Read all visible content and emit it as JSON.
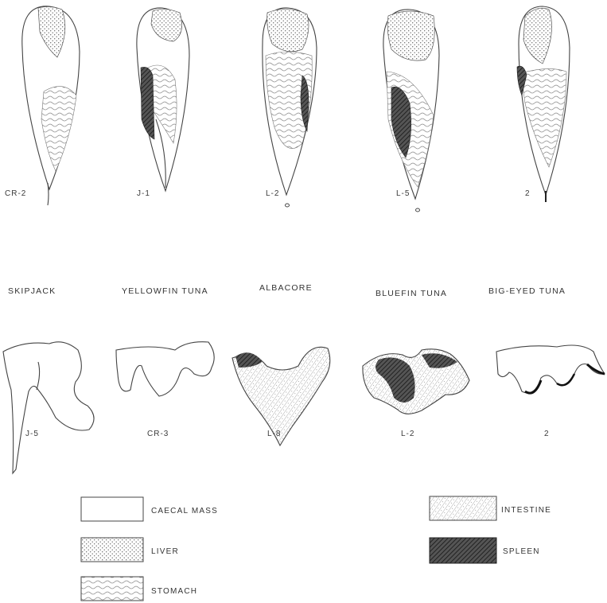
{
  "specimens_top": [
    "CR-2",
    "J-1",
    "L-2",
    "L-5",
    "2"
  ],
  "species": [
    "SKIPJACK",
    "YELLOWFIN TUNA",
    "ALBACORE",
    "BLUEFIN TUNA",
    "BIG-EYED TUNA"
  ],
  "specimens_bottom": [
    "J-5",
    "CR-3",
    "L-8",
    "L-2",
    "2"
  ],
  "legend": {
    "caecal_mass": "CAECAL MASS",
    "liver": "LIVER",
    "stomach": "STOMACH",
    "intestine": "INTESTINE",
    "spleen": "SPLEEN"
  }
}
